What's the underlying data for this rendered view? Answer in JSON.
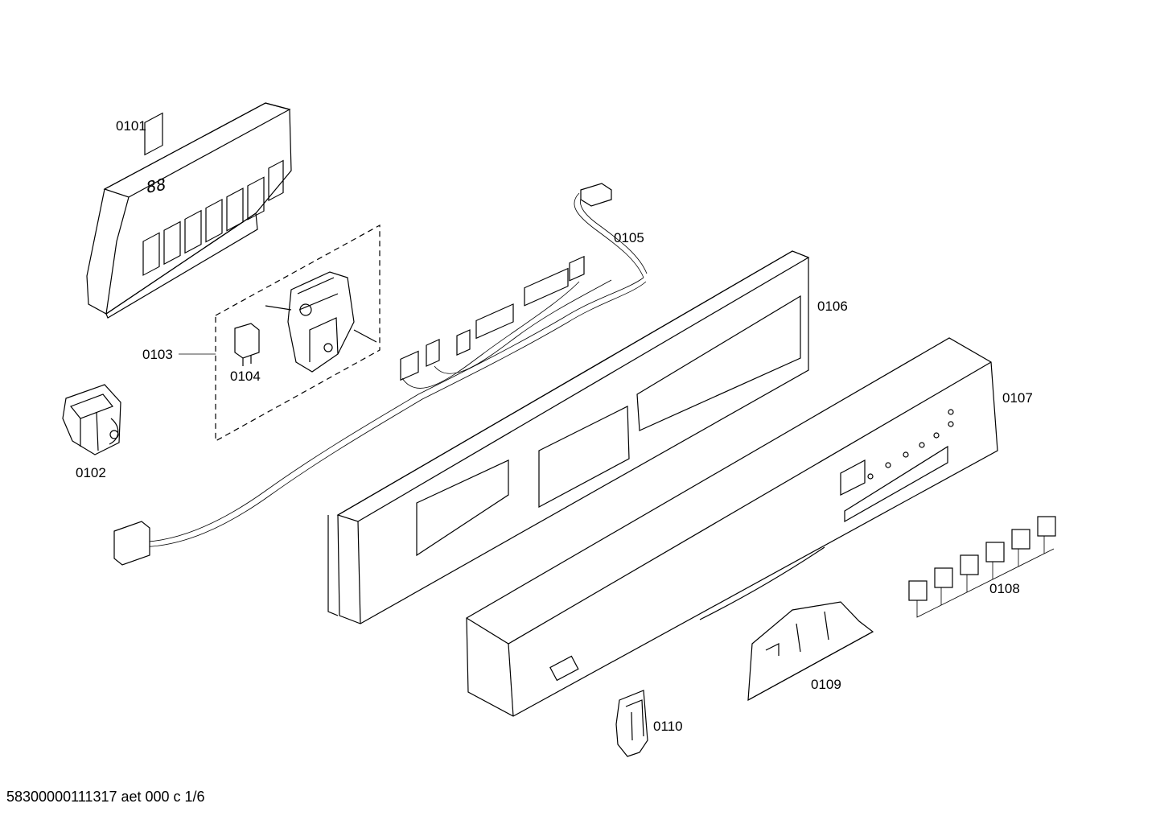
{
  "parts": [
    {
      "id": "0101",
      "name": "part-0101"
    },
    {
      "id": "0102",
      "name": "part-0102"
    },
    {
      "id": "0103",
      "name": "part-0103"
    },
    {
      "id": "0104",
      "name": "part-0104"
    },
    {
      "id": "0105",
      "name": "part-0105"
    },
    {
      "id": "0106",
      "name": "part-0106"
    },
    {
      "id": "0107",
      "name": "part-0107"
    },
    {
      "id": "0108",
      "name": "part-0108"
    },
    {
      "id": "0109",
      "name": "part-0109"
    },
    {
      "id": "0110",
      "name": "part-0110"
    }
  ],
  "footer": "58300000111317 aet 000 c 1/6"
}
